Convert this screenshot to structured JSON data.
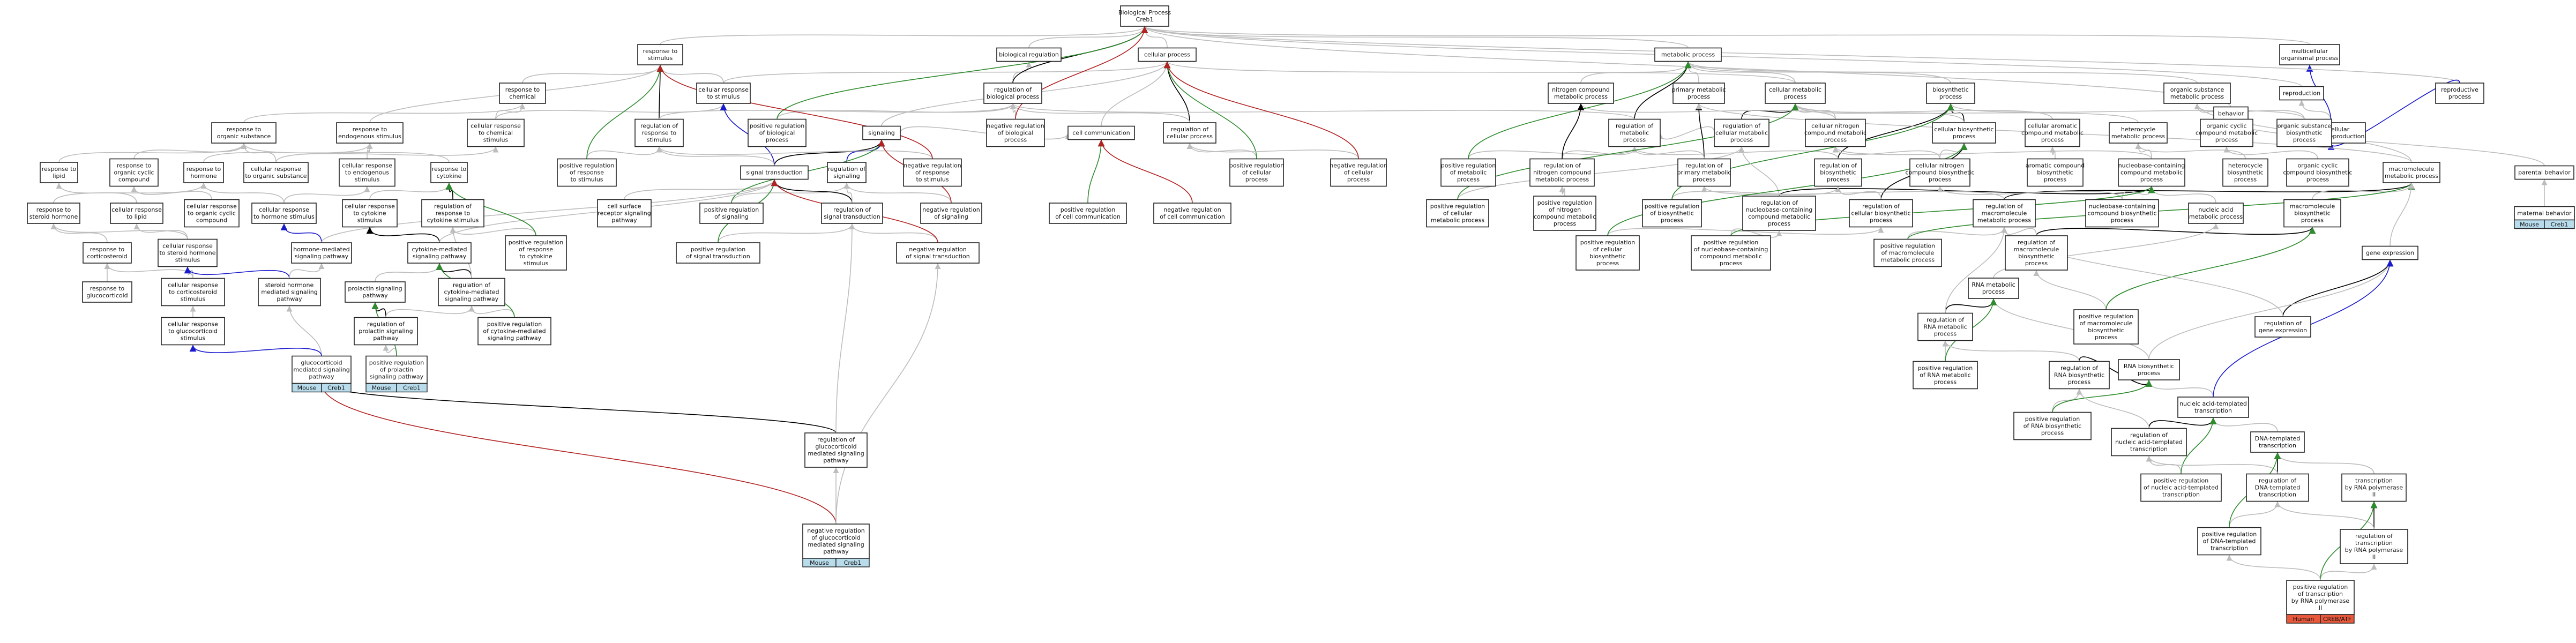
{
  "colors": {
    "grey_edge": "#bdbdbd",
    "black_edge": "#000000",
    "green_edge": "#2e8b2e",
    "red_edge": "#b22222",
    "blue_edge": "#1a1acd",
    "mouse_tag": "#b8dcec",
    "human_tag": "#e8583a"
  },
  "nodes": {
    "bp": [
      "Biological Process",
      "Creb1"
    ],
    "breg": [
      "biological regulation"
    ],
    "cproc": [
      "cellular process"
    ],
    "metab": [
      "metabolic process"
    ],
    "rts": [
      "response to",
      "stimulus"
    ],
    "crs": [
      "cellular response",
      "to stimulus"
    ],
    "rchem": [
      "response to",
      "chemical"
    ],
    "rbp": [
      "regulation of",
      "biological process"
    ],
    "ccomm": [
      "cell communication"
    ],
    "rcp": [
      "regulation of",
      "cellular process"
    ],
    "ncm": [
      "nitrogen compound",
      "metabolic process"
    ],
    "cmp": [
      "cellular metabolic",
      "process"
    ],
    "biosyn": [
      "biosynthetic",
      "process"
    ],
    "osm": [
      "organic substance",
      "metabolic process"
    ],
    "mop": [
      "multicellular",
      "organismal process"
    ],
    "reprod": [
      "reproduction"
    ],
    "behav": [
      "behavior"
    ],
    "mrep": [
      "multicellular",
      "organism reproduction"
    ],
    "rproc": [
      "reproductive",
      "process"
    ],
    "rorg": [
      "response to",
      "organic substance"
    ],
    "rendo": [
      "response to",
      "endogenous stimulus"
    ],
    "ccrs": [
      "cellular response",
      "to chemical",
      "stimulus"
    ],
    "rrs": [
      "regulation of",
      "response to",
      "stimulus"
    ],
    "prbp": [
      "positive regulation",
      "of biological",
      "process"
    ],
    "signaling": [
      "signaling"
    ],
    "nrbp": [
      "negative regulation",
      "of biological",
      "process"
    ],
    "rcomm": [
      "regulation of",
      "cell communication"
    ],
    "rmp": [
      "regulation of",
      "metabolic",
      "process"
    ],
    "rcmp": [
      "regulation of",
      "cellular metabolic",
      "process"
    ],
    "pmp": [
      "primary metabolic",
      "process"
    ],
    "cncm": [
      "cellular nitrogen",
      "compound metabolic",
      "process"
    ],
    "cbp": [
      "cellular biosynthetic",
      "process"
    ],
    "cacm": [
      "cellular aromatic",
      "compound metabolic",
      "process"
    ],
    "hmp": [
      "heterocycle",
      "metabolic process"
    ],
    "occm": [
      "organic cyclic",
      "compound metabolic",
      "process"
    ],
    "osbp": [
      "organic substance",
      "biosynthetic",
      "process"
    ],
    "rlipid": [
      "response to",
      "lipid"
    ],
    "rocc": [
      "response to",
      "organic cyclic",
      "compound"
    ],
    "rhorm": [
      "response to",
      "hormone"
    ],
    "ccros": [
      "cellular response",
      "to organic substance"
    ],
    "ccres": [
      "cellular response",
      "to endogenous",
      "stimulus"
    ],
    "rcyt": [
      "response to",
      "cytokine"
    ],
    "prrs": [
      "positive regulation",
      "of response",
      "to stimulus"
    ],
    "st": [
      "signal transduction"
    ],
    "rsig": [
      "regulation of",
      "signaling"
    ],
    "nrrs": [
      "negative regulation",
      "of response",
      "to stimulus"
    ],
    "prcp": [
      "positive regulation",
      "of cellular",
      "process"
    ],
    "nrcp": [
      "negative regulation",
      "of cellular",
      "process"
    ],
    "prmp": [
      "positive regulation",
      "of metabolic",
      "process"
    ],
    "rncm": [
      "regulation of",
      "nitrogen compound",
      "metabolic process"
    ],
    "rpmp": [
      "regulation of",
      "primary metabolic",
      "process"
    ],
    "rbio": [
      "regulation of",
      "biosynthetic",
      "process"
    ],
    "cncbp": [
      "cellular nitrogen",
      "compound biosynthetic",
      "process"
    ],
    "acbp": [
      "aromatic compound",
      "biosynthetic",
      "process"
    ],
    "ncmp": [
      "nucleobase-containing",
      "compound metabolic",
      "process"
    ],
    "hbp": [
      "heterocycle",
      "biosynthetic",
      "process"
    ],
    "occbp": [
      "organic cyclic",
      "compound biosynthetic",
      "process"
    ],
    "mmp": [
      "macromolecule",
      "metabolic process"
    ],
    "pbeh": [
      "parental behavior"
    ],
    "rsh": [
      "response to",
      "steroid hormone"
    ],
    "crl": [
      "cellular response",
      "to lipid"
    ],
    "crocc": [
      "cellular response",
      "to organic cyclic",
      "compound"
    ],
    "crh": [
      "cellular response",
      "to hormone stimulus"
    ],
    "crcyt": [
      "cellular response",
      "to cytokine",
      "stimulus"
    ],
    "rrcyt": [
      "regulation of",
      "response to",
      "cytokine stimulus"
    ],
    "csrsp": [
      "cell surface",
      "receptor signaling",
      "pathway"
    ],
    "prsig": [
      "positive regulation",
      "of signaling"
    ],
    "rst": [
      "regulation of",
      "signal transduction"
    ],
    "nrsig": [
      "negative regulation",
      "of signaling"
    ],
    "prcomm": [
      "positive regulation",
      "of cell communication"
    ],
    "nrcomm": [
      "negative regulation",
      "of cell communication"
    ],
    "prcmp": [
      "positive regulation",
      "of cellular",
      "metabolic process"
    ],
    "prncm": [
      "positive regulation",
      "of nitrogen",
      "compound metabolic",
      "process"
    ],
    "prbio": [
      "positive regulation",
      "of biosynthetic",
      "process"
    ],
    "rnccm": [
      "regulation of",
      "nucleobase-containing",
      "compound metabolic",
      "process"
    ],
    "rcbp": [
      "regulation of",
      "cellular biosynthetic",
      "process"
    ],
    "rmacm": [
      "regulation of",
      "macromolecule",
      "metabolic process"
    ],
    "ncbp": [
      "nucleobase-containing",
      "compound biosynthetic",
      "process"
    ],
    "namp": [
      "nucleic acid",
      "metabolic process"
    ],
    "mbp": [
      "macromolecule",
      "biosynthetic",
      "process"
    ],
    "matb": [
      "maternal behavior"
    ],
    "rcort": [
      "response to",
      "corticosteroid"
    ],
    "crsh": [
      "cellular response",
      "to steroid hormone",
      "stimulus"
    ],
    "hmsp": [
      "hormone-mediated",
      "signaling pathway"
    ],
    "cmsp": [
      "cytokine-mediated",
      "signaling pathway"
    ],
    "prrcyt": [
      "positive regulation",
      "of response",
      "to cytokine",
      "stimulus"
    ],
    "prst": [
      "positive regulation",
      "of signal transduction"
    ],
    "nrst": [
      "negative regulation",
      "of signal transduction"
    ],
    "prcbp": [
      "positive regulation",
      "of cellular",
      "biosynthetic",
      "process"
    ],
    "prnccm": [
      "positive regulation",
      "of nucleobase-containing",
      "compound metabolic",
      "process"
    ],
    "prmacm": [
      "positive regulation",
      "of macromolecule",
      "metabolic process"
    ],
    "rmacbp": [
      "regulation of",
      "macromolecule",
      "biosynthetic",
      "process"
    ],
    "rnamp": [
      "RNA metabolic",
      "process"
    ],
    "gexp": [
      "gene expression"
    ],
    "rgluc": [
      "response to",
      "glucocorticoid"
    ],
    "crcort": [
      "cellular response",
      "to corticosteroid",
      "stimulus"
    ],
    "shmsp": [
      "steroid hormone",
      "mediated signaling",
      "pathway"
    ],
    "prlsp": [
      "prolactin signaling",
      "pathway"
    ],
    "rcmsp": [
      "regulation of",
      "cytokine-mediated",
      "signaling pathway"
    ],
    "rrnamp": [
      "regulation of",
      "RNA metabolic",
      "process"
    ],
    "prmacbp": [
      "positive regulation",
      "of macromolecule",
      "biosynthetic",
      "process"
    ],
    "rgexp": [
      "regulation of",
      "gene expression"
    ],
    "rnabp": [
      "RNA biosynthetic",
      "process"
    ],
    "crgluc": [
      "cellular response",
      "to glucocorticoid",
      "stimulus"
    ],
    "rprl": [
      "regulation of",
      "prolactin signaling",
      "pathway"
    ],
    "prcmsp": [
      "positive regulation",
      "of cytokine-mediated",
      "signaling pathway"
    ],
    "prrnamp": [
      "positive regulation",
      "of RNA metabolic",
      "process"
    ],
    "rrnabp": [
      "regulation of",
      "RNA biosynthetic",
      "process"
    ],
    "natt": [
      "nucleic acid-templated",
      "transcription"
    ],
    "gmsp": [
      "glucocorticoid",
      "mediated signaling",
      "pathway"
    ],
    "prprl": [
      "positive regulation",
      "of prolactin",
      "signaling pathway"
    ],
    "prrnabp": [
      "positive regulation",
      "of RNA biosynthetic",
      "process"
    ],
    "rnatt": [
      "regulation of",
      "nucleic acid-templated",
      "transcription"
    ],
    "dtt": [
      "DNA-templated",
      "transcription"
    ],
    "rgmsp": [
      "regulation of",
      "glucocorticoid",
      "mediated signaling",
      "pathway"
    ],
    "prnatt": [
      "positive regulation",
      "of nucleic acid-templated",
      "transcription"
    ],
    "rdtt": [
      "regulation of",
      "DNA-templated",
      "transcription"
    ],
    "trp2": [
      "transcription",
      "by RNA polymerase",
      "II"
    ],
    "nrgmsp": [
      "negative regulation",
      "of glucocorticoid",
      "mediated signaling",
      "pathway"
    ],
    "prdtt": [
      "positive regulation",
      "of DNA-templated",
      "transcription"
    ],
    "rtrp2": [
      "regulation of",
      "transcription",
      "by RNA polymerase",
      "II"
    ],
    "prtrp2": [
      "positive regulation",
      "of transcription",
      "by RNA polymerase",
      "II"
    ]
  },
  "tags": {
    "gmsp": [
      "Mouse",
      "Creb1"
    ],
    "prprl": [
      "Mouse",
      "Creb1"
    ],
    "nrgmsp": [
      "Mouse",
      "Creb1"
    ],
    "matb": [
      "Mouse",
      "Creb1"
    ],
    "prtrp2": [
      "Human",
      "CREB/ATF"
    ]
  }
}
